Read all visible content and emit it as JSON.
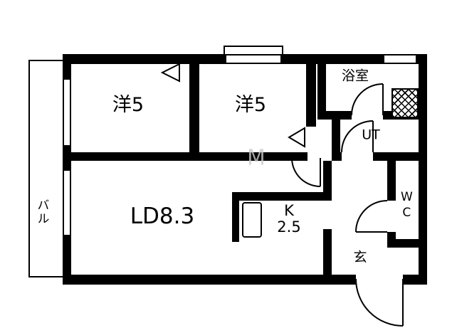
{
  "rooms": {
    "bedroom1": {
      "label": "洋5"
    },
    "bedroom2": {
      "label": "洋5"
    },
    "bathroom": {
      "label": "浴室"
    },
    "utility": {
      "label": "UT"
    },
    "toilet": {
      "label": "WC"
    },
    "living_dining": {
      "label": "LD8.3"
    },
    "kitchen": {
      "line1": "K",
      "line2": "2.5"
    },
    "entrance": {
      "label": "玄"
    },
    "balcony": {
      "label": "バル"
    }
  },
  "watermark": {
    "text": "M"
  },
  "colors": {
    "wall": "#000000",
    "background": "#ffffff",
    "watermark": "#c9c9c9"
  }
}
